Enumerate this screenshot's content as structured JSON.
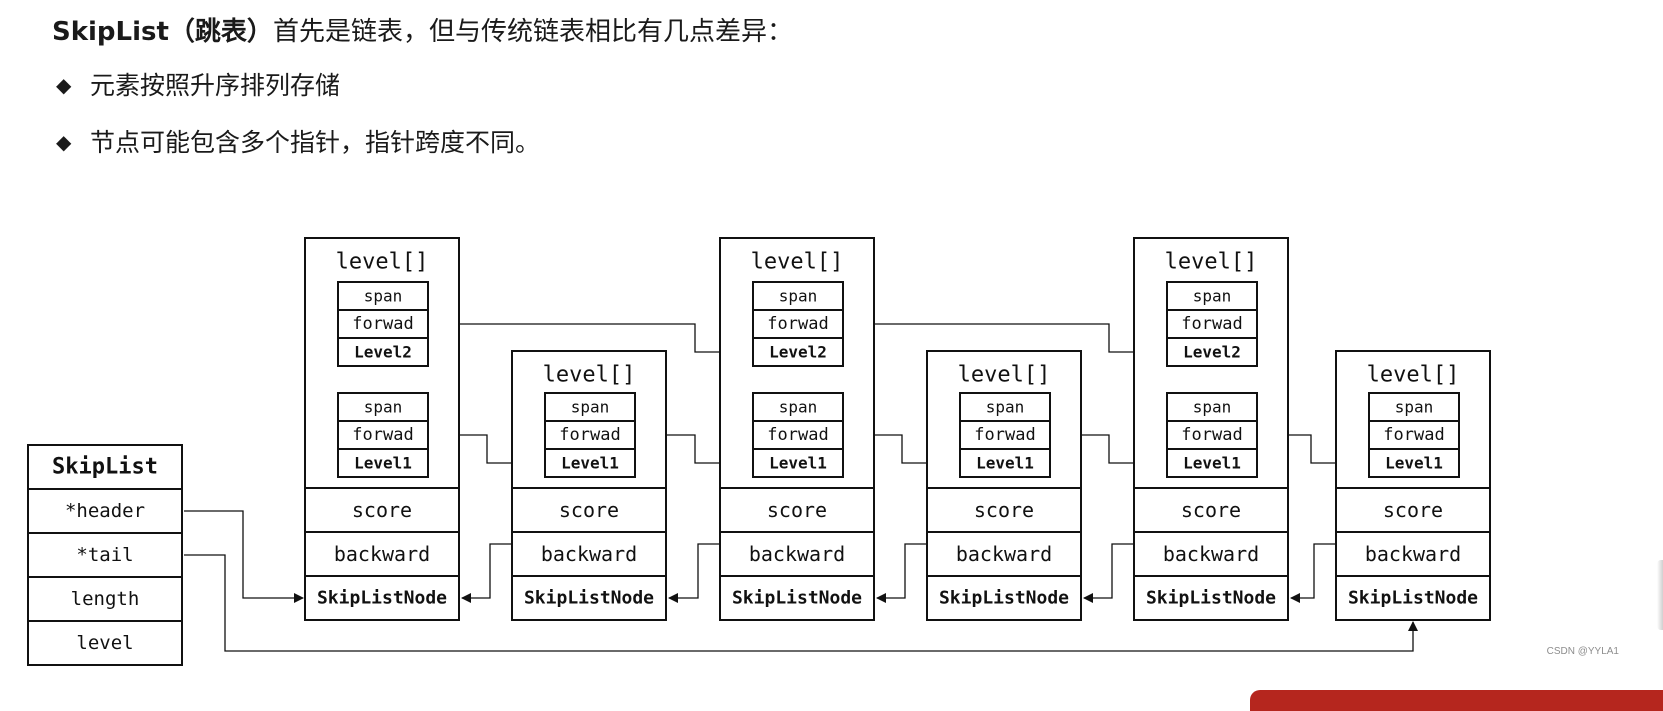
{
  "heading": {
    "bold": "SkipList（跳表）",
    "rest": "首先是链表，但与传统链表相比有几点差异："
  },
  "bullets": [
    {
      "icon": "diamond-bullet-icon",
      "text": "元素按照升序排列存储"
    },
    {
      "icon": "diamond-bullet-icon",
      "text": "节点可能包含多个指针，指针跨度不同。"
    }
  ],
  "skiplist": {
    "title": "SkipList",
    "fields": [
      "*header",
      "*tail",
      "length",
      "level"
    ]
  },
  "node_labels": {
    "level_header": "level[]",
    "span": "span",
    "forward": "forwad",
    "level1": "Level1",
    "level2": "Level2",
    "score": "score",
    "backward": "backward",
    "type": "SkipListNode"
  },
  "nodes": [
    {
      "levels": 2
    },
    {
      "levels": 1
    },
    {
      "levels": 2
    },
    {
      "levels": 1
    },
    {
      "levels": 2
    },
    {
      "levels": 1
    }
  ],
  "watermark": "CSDN @YYLA1"
}
